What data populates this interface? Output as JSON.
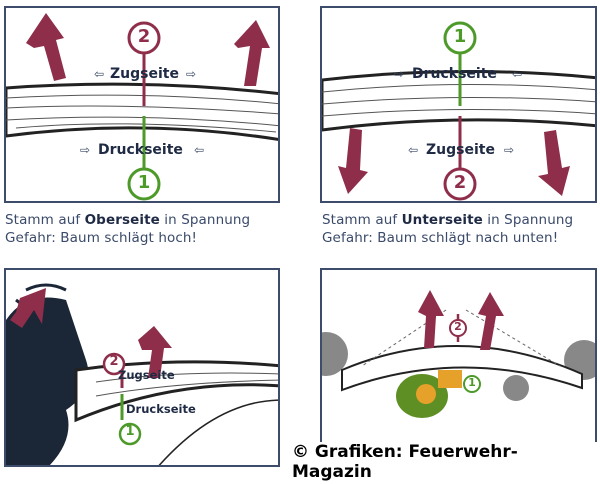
{
  "panel1": {
    "top_label": "Zugseite",
    "bottom_label": "Druckseite",
    "num_top": "2",
    "num_bottom": "1"
  },
  "panel2": {
    "top_label": "Druckseite",
    "bottom_label": "Zugseite",
    "num_top": "1",
    "num_bottom": "2"
  },
  "panel3": {
    "top_label": "Zugseite",
    "bottom_label": "Druckseite",
    "num_top": "2",
    "num_bottom": "1"
  },
  "panel4": {
    "num_top": "2",
    "num_bottom": "1"
  },
  "caption1": {
    "line1_pre": "Stamm auf ",
    "line1_bold": "Oberseite",
    "line1_post": " in Spannung",
    "line2": "Gefahr: Baum schlägt hoch!"
  },
  "caption2": {
    "line1_pre": "Stamm auf ",
    "line1_bold": "Unterseite",
    "line1_post": " in Spannung",
    "line2": "Gefahr: Baum schlägt nach unten!"
  },
  "credit": "© Grafiken: Feuerwehr-Magazin",
  "colors": {
    "arrow": "#8e2e4a",
    "green": "#4d9a2a",
    "red_circle": "#8e2e4a",
    "frame": "#3d4c6a",
    "figure": "#5e8f24",
    "figure_light": "#e6a12a"
  }
}
